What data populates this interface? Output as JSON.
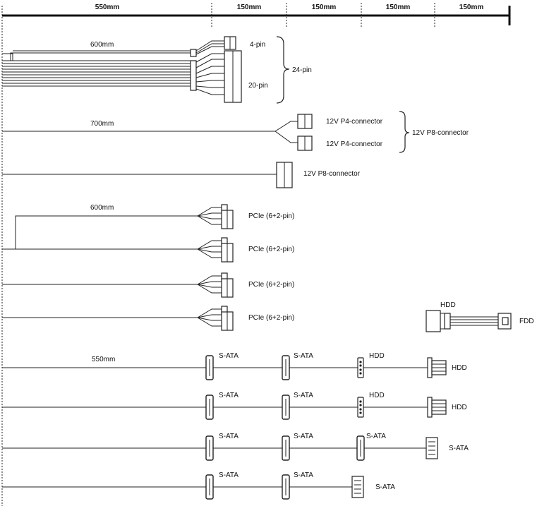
{
  "ruler": {
    "segments": [
      "550mm",
      "150mm",
      "150mm",
      "150mm",
      "150mm"
    ]
  },
  "cables": {
    "atx": {
      "length": "600mm",
      "pin4": "4-pin",
      "pin20": "20-pin",
      "pin24": "24-pin"
    },
    "cpu": {
      "length": "700mm",
      "p4_a": "12V P4-connector",
      "p4_b": "12V P4-connector",
      "p8_group": "12V P8-connector",
      "p8_single": "12V P8-connector"
    },
    "pcie": {
      "length": "600mm",
      "labels": [
        "PCIe (6+2-pin)",
        "PCIe (6+2-pin)",
        "PCIe (6+2-pin)",
        "PCIe (6+2-pin)"
      ]
    },
    "fdd_adapter": {
      "hdd": "HDD",
      "fdd": "FDD"
    },
    "peripheral": {
      "length": "550mm",
      "row1": [
        "S-ATA",
        "S-ATA",
        "HDD",
        "HDD"
      ],
      "row2": [
        "S-ATA",
        "S-ATA",
        "HDD",
        "HDD"
      ],
      "row3": [
        "S-ATA",
        "S-ATA",
        "S-ATA",
        "S-ATA"
      ],
      "row4": [
        "S-ATA",
        "S-ATA",
        "S-ATA"
      ]
    }
  }
}
